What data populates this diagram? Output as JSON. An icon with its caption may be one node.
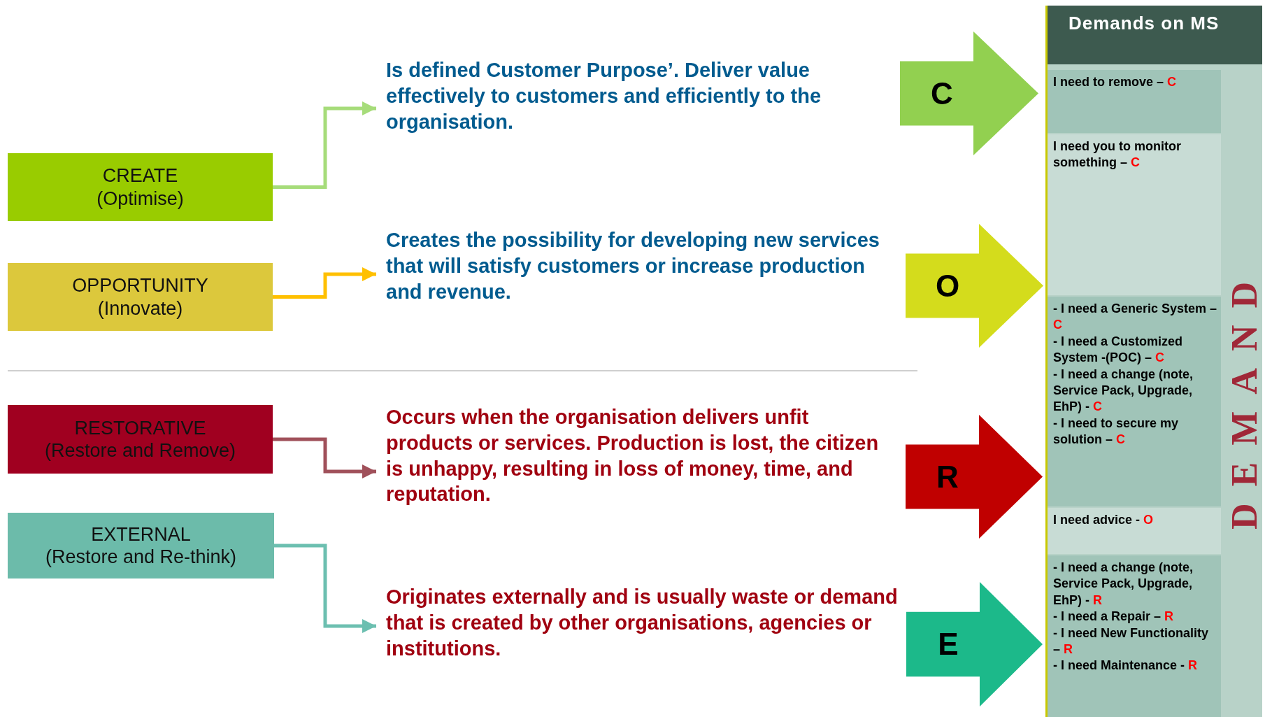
{
  "diagram": {
    "nodes": [
      {
        "text": [
          "CREATE",
          "(Optimise)"
        ]
      },
      {
        "text": [
          "Is defined Customer Purpose’. Deliver value effectively to customers and efficiently to the organisation."
        ]
      },
      {
        "text": [
          "OPPORTUNITY",
          "(Innovate)"
        ]
      },
      {
        "text": [
          "Creates the possibility for developing new services that will satisfy customers or increase production and revenue."
        ]
      },
      {
        "text": [
          "RESTORATIVE",
          "(Restore and Remove)"
        ]
      },
      {
        "text": [
          "Occurs when the organisation delivers unfit products or services. Production is lost, the citizen is unhappy, resulting in loss of money, time, and reputation."
        ]
      },
      {
        "text": [
          "EXTERNAL",
          "(Restore and Re-think)"
        ]
      },
      {
        "text": [
          "Originates externally and is usually waste or demand that is created by other organisations, agencies or institutions."
        ]
      },
      {
        "text": [
          "C"
        ]
      },
      {
        "text": [
          "O"
        ]
      },
      {
        "text": [
          "R"
        ]
      },
      {
        "text": [
          "E"
        ]
      },
      {
        "text": [
          "Demands on MS"
        ]
      },
      {
        "text": [
          "I need to remove – C"
        ],
        "in": 12
      },
      {
        "text": [
          "I need you to monitor something – C"
        ],
        "in": 12
      },
      {
        "text": [
          "- I need a Generic System – C",
          "- I need a Customized System -(POC) – C",
          "- I need a change (note, Service Pack, Upgrade, EhP) - C",
          "- I need to secure my solution – C"
        ],
        "in": 12
      },
      {
        "text": [
          "I need advice - O"
        ],
        "in": 12
      },
      {
        "text": [
          "- I need a change (note, Service Pack, Upgrade, EhP) - R",
          "- I need a Repair – R",
          "- I need New Functionality – R",
          "- I need Maintenance - R"
        ],
        "in": 12
      }
    ],
    "edges": [
      {
        "from": 0,
        "to": 1,
        "arrow": "to",
        "color": "#a6dc7a"
      },
      {
        "from": 2,
        "to": 3,
        "arrow": "to",
        "color": "#ffc000"
      },
      {
        "from": 4,
        "to": 5,
        "arrow": "to",
        "color": "#a0505a"
      },
      {
        "from": 6,
        "to": 7,
        "arrow": "to",
        "color": "#6cbfb0"
      }
    ],
    "labels": [
      "DEMAND"
    ]
  }
}
